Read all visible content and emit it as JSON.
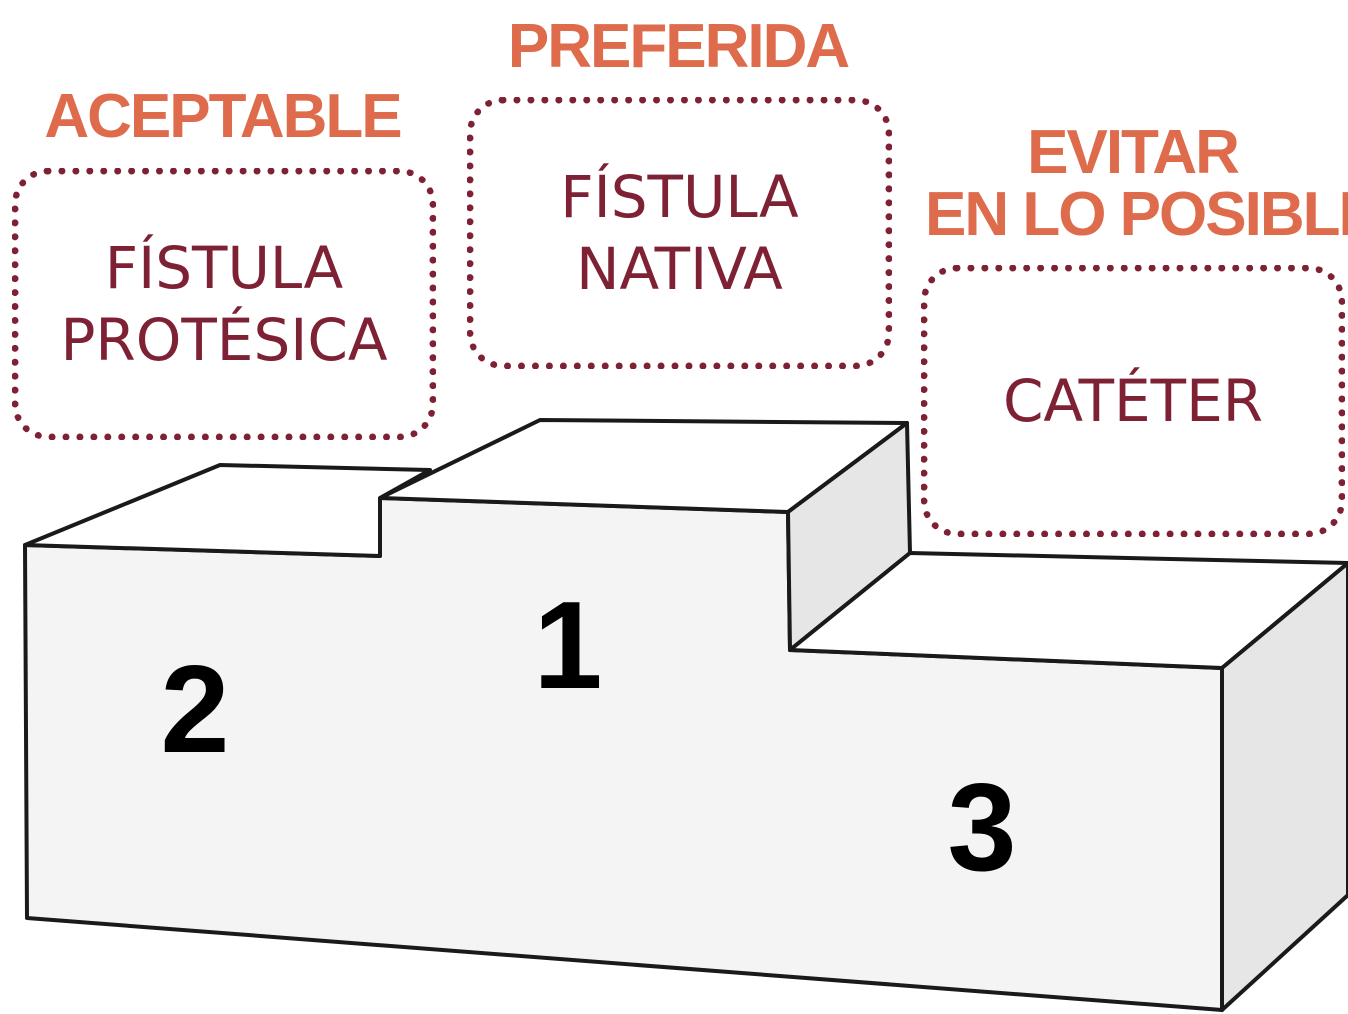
{
  "podium": [
    {
      "place_label": "2",
      "heading_lines": [
        "ACEPTABLE"
      ],
      "option_lines": [
        "FÍSTULA",
        "PROTÉSICA"
      ]
    },
    {
      "place_label": "1",
      "heading_lines": [
        "PREFERIDA"
      ],
      "option_lines": [
        "FÍSTULA",
        "NATIVA"
      ]
    },
    {
      "place_label": "3",
      "heading_lines": [
        "EVITAR",
        "EN LO POSIBLE"
      ],
      "option_lines": [
        "CATÉTER"
      ]
    }
  ],
  "colors": {
    "heading": "#de6b4c",
    "option_text": "#7e2134",
    "dotted_border": "#7e2134",
    "podium_face": "#f4f4f4",
    "podium_top": "#ffffff",
    "podium_side": "#e6e6e6",
    "outline": "#1a1a1a",
    "place_number": "#000000"
  }
}
